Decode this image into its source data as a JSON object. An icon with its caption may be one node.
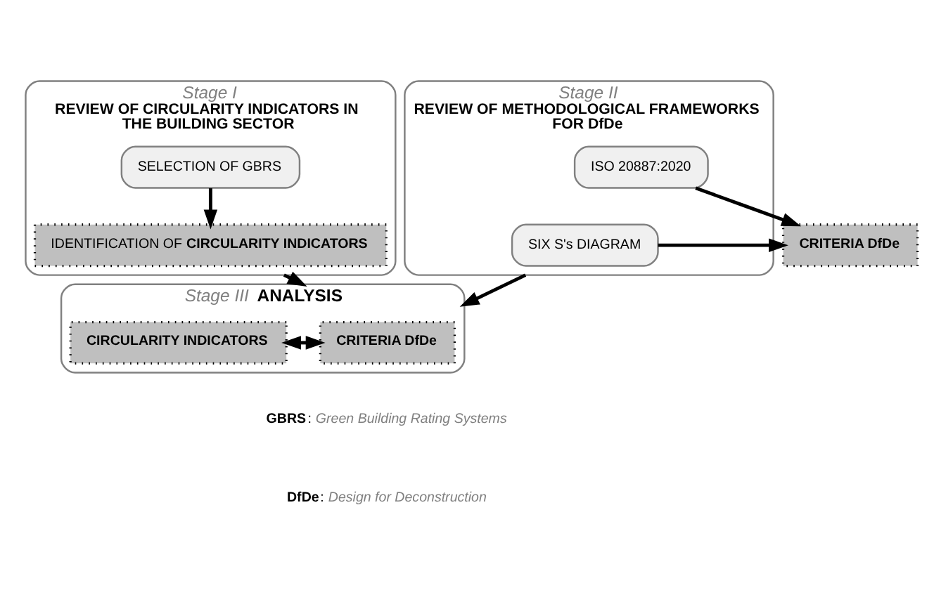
{
  "diagram": {
    "nodes": [
      {
        "text": [
          "Stage I",
          "REVIEW OF CIRCULARITY INDICATORS IN THE BUILDING SECTOR"
        ]
      },
      {
        "text": [
          "SELECTION OF GBRS"
        ],
        "in": 0
      },
      {
        "text": [
          "IDENTIFICATION OF **CIRCULARITY INDICATORS**"
        ],
        "in": 0
      },
      {
        "text": [
          "Stage II",
          "REVIEW OF METHODOLOGICAL FRAMEWORKS FOR DfDe"
        ]
      },
      {
        "text": [
          "ISO 20887:2020"
        ],
        "in": 3
      },
      {
        "text": [
          "SIX S's DIAGRAM"
        ],
        "in": 3
      },
      {
        "text": [
          "CRITERIA DfDe"
        ]
      },
      {
        "text": [
          "*Stage III* **ANALYSIS**"
        ]
      },
      {
        "text": [
          "CIRCULARITY INDICATORS"
        ],
        "in": 7
      },
      {
        "text": [
          "CRITERIA DfDe"
        ],
        "in": 7
      }
    ],
    "edges": [
      {
        "from": 1,
        "to": 2,
        "arrow": "to"
      },
      {
        "from": 4,
        "to": 6,
        "arrow": "to"
      },
      {
        "from": 5,
        "to": 6,
        "arrow": "to"
      },
      {
        "from": 0,
        "to": 7,
        "arrow": "to"
      },
      {
        "from": 3,
        "to": 7,
        "arrow": "to"
      },
      {
        "from": 8,
        "to": 9,
        "arrow": "both"
      }
    ],
    "labels": [
      "**GBRS**: *Green Building Rating Systems*",
      "**DfDe**: *Design for Deconstruction*"
    ]
  }
}
